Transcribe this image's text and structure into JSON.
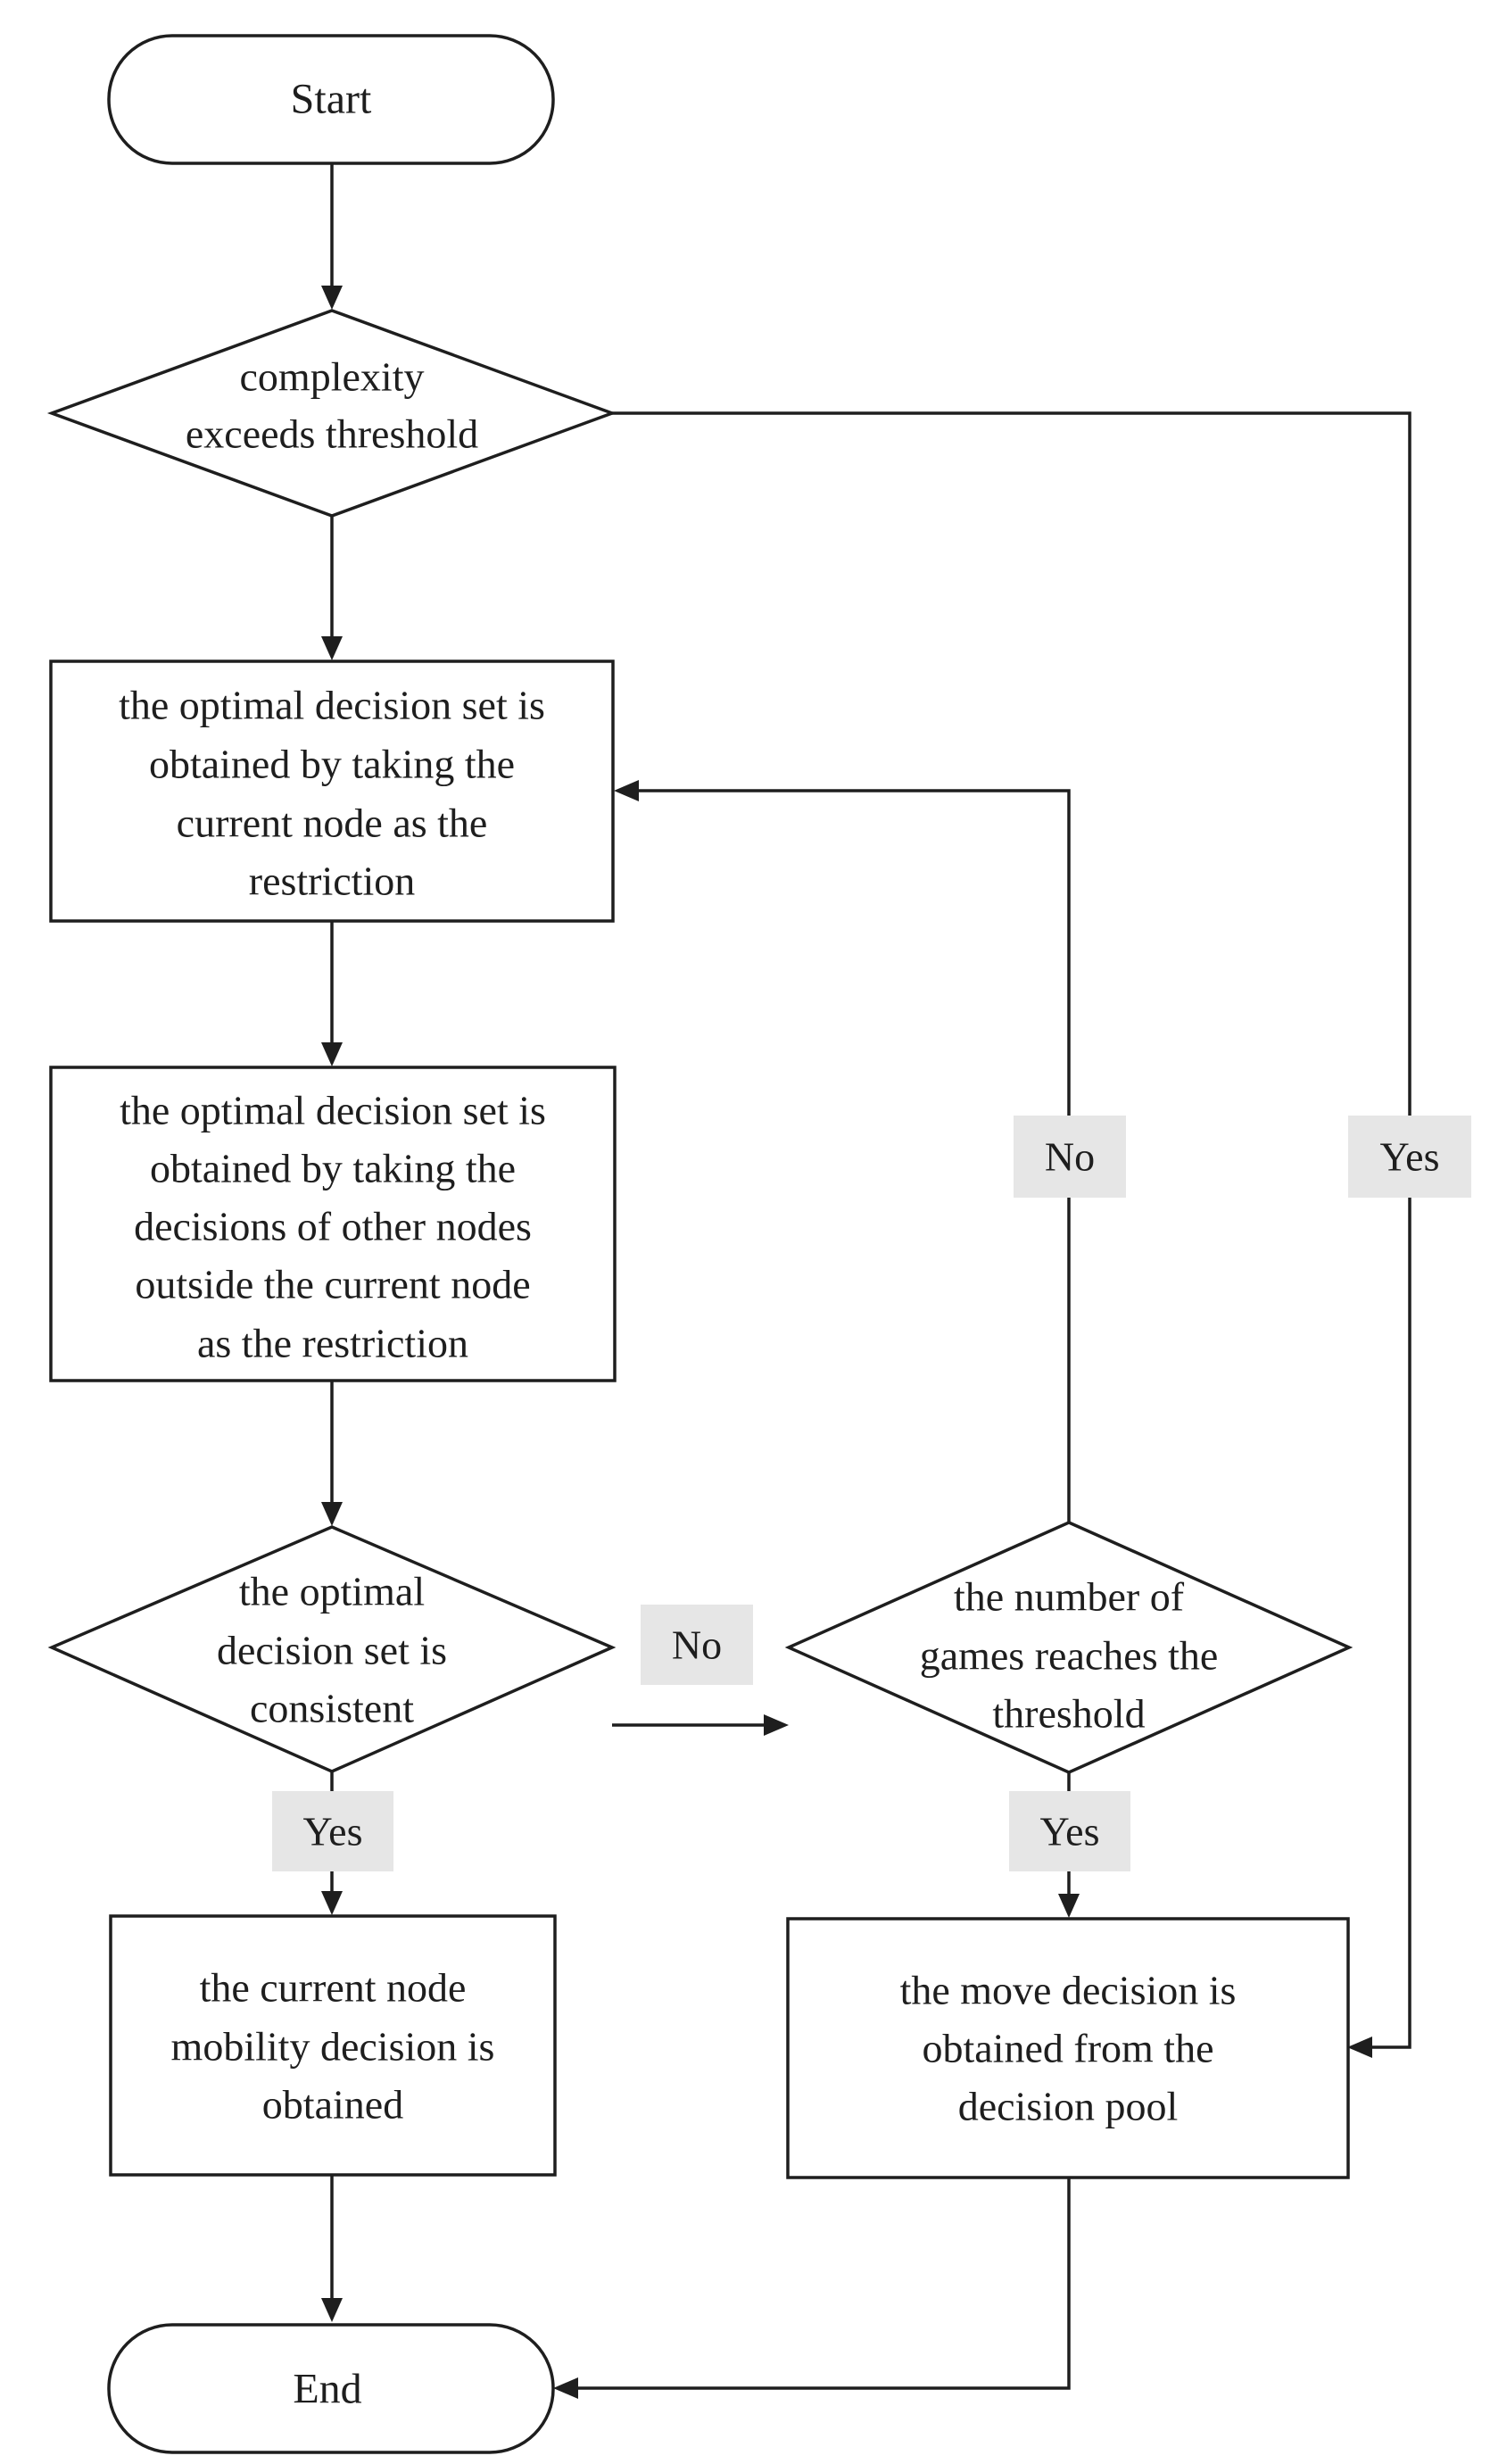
{
  "flowchart": {
    "nodes": {
      "start": {
        "type": "terminal",
        "lines": [
          "Start"
        ]
      },
      "complexity": {
        "type": "decision",
        "lines": [
          "complexity",
          "exceeds threshold"
        ]
      },
      "current_restriction": {
        "type": "process",
        "lines": [
          "the optimal decision set is",
          "obtained by taking the",
          "current node as the",
          "restriction"
        ]
      },
      "other_nodes_restriction": {
        "type": "process",
        "lines": [
          "the optimal decision set is",
          "obtained by taking the",
          "decisions of other nodes",
          "outside the current node",
          "as the restriction"
        ]
      },
      "consistent": {
        "type": "decision",
        "lines": [
          "the optimal",
          "decision set is",
          "consistent"
        ]
      },
      "games_threshold": {
        "type": "decision",
        "lines": [
          "the number of",
          "games reaches the",
          "threshold"
        ]
      },
      "mobility_obtained": {
        "type": "process",
        "lines": [
          "the current node",
          "mobility decision is",
          "obtained"
        ]
      },
      "decision_pool": {
        "type": "process",
        "lines": [
          "the move decision is",
          "obtained from the",
          "decision pool"
        ]
      },
      "end": {
        "type": "terminal",
        "lines": [
          "End"
        ]
      }
    },
    "edge_labels": {
      "games_no": "No",
      "complexity_yes": "Yes",
      "consistent_no": "No",
      "consistent_yes": "Yes",
      "games_yes": "Yes"
    }
  }
}
